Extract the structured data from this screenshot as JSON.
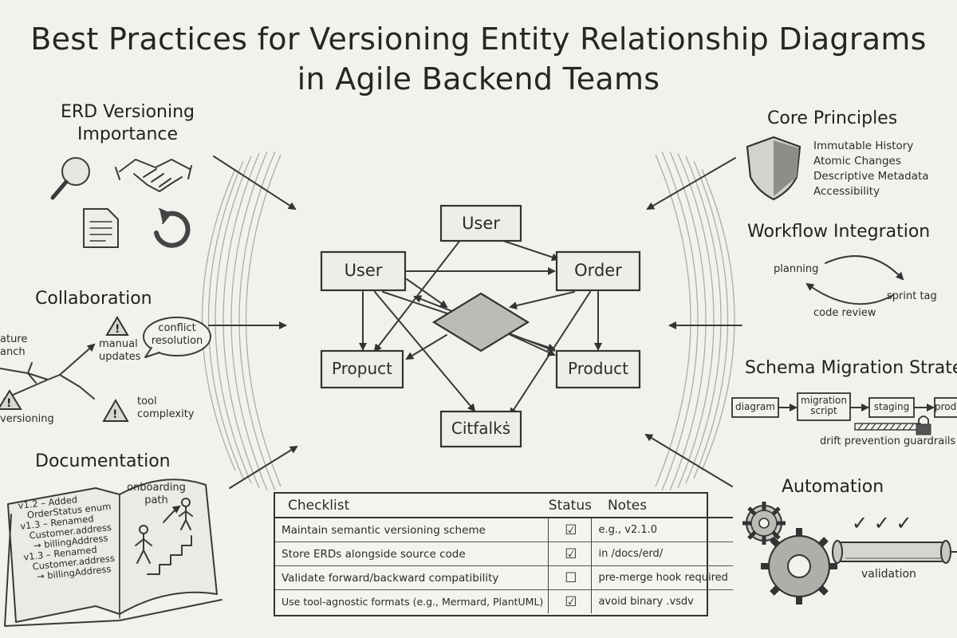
{
  "title": {
    "line1": "Best Practices for Versioning Entity Relationship Diagrams",
    "line2": "in Agile Backend Teams"
  },
  "erd_importance": {
    "heading_line1": "ERD Versioning",
    "heading_line2": "Importance",
    "icons": [
      "magnifier-icon",
      "handshake-icon",
      "document-icon",
      "undo-arrow-icon"
    ]
  },
  "collaboration": {
    "heading": "Collaboration",
    "feature_branch_line1": "ature",
    "feature_branch_line2": "anch",
    "manual_updates_line1": "manual",
    "manual_updates_line2": "updates",
    "conflict_line1": "conflict",
    "conflict_line2": "resolution",
    "versioning": "versioning",
    "tool_line1": "tool",
    "tool_line2": "complexity"
  },
  "documentation": {
    "heading": "Documentation",
    "onboarding_line1": "onboarding",
    "onboarding_line2": "path",
    "log": [
      "v1.2 – Added",
      "OrderStatus enum",
      "v1.3 – Renamed",
      "Customer.address",
      "→ billingAddress",
      "v1.3 – Renamed",
      "Customer.address",
      "→ billingAddress"
    ]
  },
  "erd": {
    "entities": {
      "user_top": "User",
      "user_left": "User",
      "order": "Order",
      "propuct": "Propuct",
      "product": "Product",
      "citfalks": "Citfalkṡ"
    }
  },
  "core_principles": {
    "heading": "Core Principles",
    "items": [
      "Immutable History",
      "Atomic Changes",
      "Descriptive Metadata",
      "Accessibility"
    ]
  },
  "workflow": {
    "heading": "Workflow Integration",
    "planning": "planning",
    "sprint_tag": "sprint tag",
    "code_review": "code review"
  },
  "schema_migration": {
    "heading": "Schema Migration Strateg",
    "steps": [
      "diagram",
      "migration",
      "script",
      "staging",
      "produ"
    ],
    "guardrails": "drift prevention guardrails"
  },
  "automation": {
    "heading": "Automation",
    "validation": "validation",
    "checks": "✓  ✓  ✓"
  },
  "checklist": {
    "headers": {
      "item": "Checklist",
      "status": "Status",
      "notes": "Notes"
    },
    "rows": [
      {
        "item": "Maintain semantic versioning scheme",
        "status": "☑",
        "notes": "e.g., v2.1.0"
      },
      {
        "item": "Store ERDs alongside source code",
        "status": "☑",
        "notes": "in /docs/erd/"
      },
      {
        "item": "Validate forward/backward compatibility",
        "status": "☐",
        "notes": "pre-merge hook required"
      },
      {
        "item": "Use tool-agnostic formats (e.g., Mermard, PlantUML)",
        "status": "☑",
        "notes": "avoid binary .vsdv"
      }
    ]
  }
}
